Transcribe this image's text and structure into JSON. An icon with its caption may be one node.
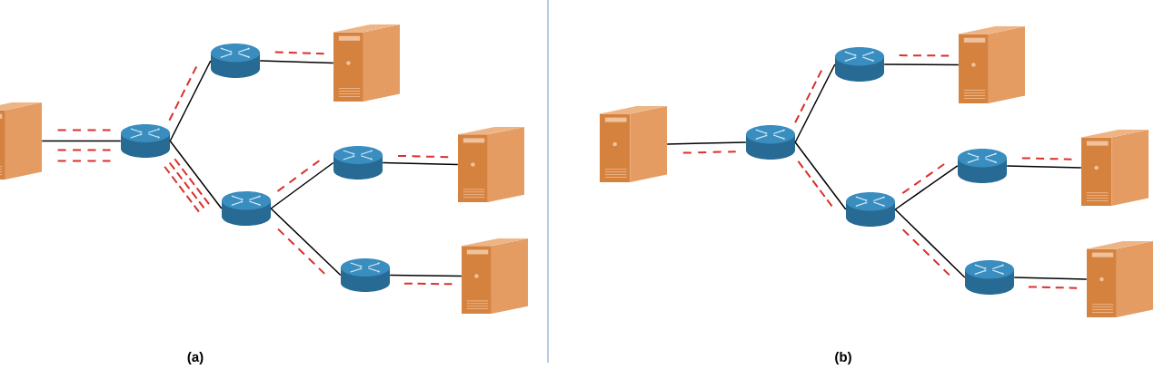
{
  "diagram": {
    "nodes": [
      {
        "text": [],
        "shape": "box"
      },
      {
        "text": [],
        "shape": "cylinder"
      },
      {
        "text": [],
        "shape": "cylinder"
      },
      {
        "text": [],
        "shape": "box"
      },
      {
        "text": [],
        "shape": "cylinder"
      },
      {
        "text": [],
        "shape": "cylinder"
      },
      {
        "text": [],
        "shape": "box"
      },
      {
        "text": [],
        "shape": "cylinder"
      },
      {
        "text": [],
        "shape": "box"
      },
      {
        "text": [],
        "shape": "box"
      },
      {
        "text": [],
        "shape": "cylinder"
      },
      {
        "text": [],
        "shape": "cylinder"
      },
      {
        "text": [],
        "shape": "box"
      },
      {
        "text": [],
        "shape": "cylinder"
      },
      {
        "text": [],
        "shape": "cylinder"
      },
      {
        "text": [],
        "shape": "box"
      },
      {
        "text": [],
        "shape": "cylinder"
      },
      {
        "text": [],
        "shape": "box"
      }
    ],
    "edges": [
      {
        "from": 0,
        "to": 1,
        "arrow": "none",
        "color": "#000000"
      },
      {
        "from": 0,
        "to": 1,
        "arrow": "none",
        "style": "dashed",
        "color": "#d9302c"
      },
      {
        "from": 0,
        "to": 1,
        "arrow": "none",
        "style": "dashed",
        "color": "#d9302c"
      },
      {
        "from": 0,
        "to": 1,
        "arrow": "none",
        "style": "dashed",
        "color": "#d9302c"
      },
      {
        "from": 1,
        "to": 2,
        "arrow": "none",
        "color": "#000000"
      },
      {
        "from": 1,
        "to": 2,
        "arrow": "none",
        "style": "dashed",
        "color": "#d9302c"
      },
      {
        "from": 2,
        "to": 3,
        "arrow": "none",
        "color": "#000000"
      },
      {
        "from": 2,
        "to": 3,
        "arrow": "none",
        "style": "dashed",
        "color": "#d9302c"
      },
      {
        "from": 1,
        "to": 4,
        "arrow": "none",
        "color": "#000000"
      },
      {
        "from": 1,
        "to": 4,
        "arrow": "none",
        "style": "dashed",
        "color": "#d9302c"
      },
      {
        "from": 1,
        "to": 4,
        "arrow": "none",
        "style": "dashed",
        "color": "#d9302c"
      },
      {
        "from": 1,
        "to": 4,
        "arrow": "none",
        "style": "dashed",
        "color": "#d9302c"
      },
      {
        "from": 4,
        "to": 5,
        "arrow": "none",
        "color": "#000000"
      },
      {
        "from": 4,
        "to": 5,
        "arrow": "none",
        "style": "dashed",
        "color": "#d9302c"
      },
      {
        "from": 5,
        "to": 6,
        "arrow": "none",
        "color": "#000000"
      },
      {
        "from": 5,
        "to": 6,
        "arrow": "none",
        "style": "dashed",
        "color": "#d9302c"
      },
      {
        "from": 4,
        "to": 7,
        "arrow": "none",
        "color": "#000000"
      },
      {
        "from": 4,
        "to": 7,
        "arrow": "none",
        "style": "dashed",
        "color": "#d9302c"
      },
      {
        "from": 7,
        "to": 8,
        "arrow": "none",
        "color": "#000000"
      },
      {
        "from": 7,
        "to": 8,
        "arrow": "none",
        "style": "dashed",
        "color": "#d9302c"
      },
      {
        "from": 9,
        "to": 10,
        "arrow": "none",
        "color": "#000000"
      },
      {
        "from": 9,
        "to": 10,
        "arrow": "none",
        "style": "dashed",
        "color": "#d9302c"
      },
      {
        "from": 10,
        "to": 11,
        "arrow": "none",
        "color": "#000000"
      },
      {
        "from": 10,
        "to": 11,
        "arrow": "none",
        "style": "dashed",
        "color": "#d9302c"
      },
      {
        "from": 11,
        "to": 12,
        "arrow": "none",
        "color": "#000000"
      },
      {
        "from": 11,
        "to": 12,
        "arrow": "none",
        "style": "dashed",
        "color": "#d9302c"
      },
      {
        "from": 10,
        "to": 13,
        "arrow": "none",
        "color": "#000000"
      },
      {
        "from": 10,
        "to": 13,
        "arrow": "none",
        "style": "dashed",
        "color": "#d9302c"
      },
      {
        "from": 13,
        "to": 14,
        "arrow": "none",
        "color": "#000000"
      },
      {
        "from": 13,
        "to": 14,
        "arrow": "none",
        "style": "dashed",
        "color": "#d9302c"
      },
      {
        "from": 14,
        "to": 15,
        "arrow": "none",
        "color": "#000000"
      },
      {
        "from": 14,
        "to": 15,
        "arrow": "none",
        "style": "dashed",
        "color": "#d9302c"
      },
      {
        "from": 13,
        "to": 16,
        "arrow": "none",
        "color": "#000000"
      },
      {
        "from": 13,
        "to": 16,
        "arrow": "none",
        "style": "dashed",
        "color": "#d9302c"
      },
      {
        "from": 16,
        "to": 17,
        "arrow": "none",
        "color": "#000000"
      },
      {
        "from": 16,
        "to": 17,
        "arrow": "none",
        "style": "dashed",
        "color": "#d9302c"
      }
    ],
    "labels": [
      "(a)",
      "(b)"
    ]
  }
}
